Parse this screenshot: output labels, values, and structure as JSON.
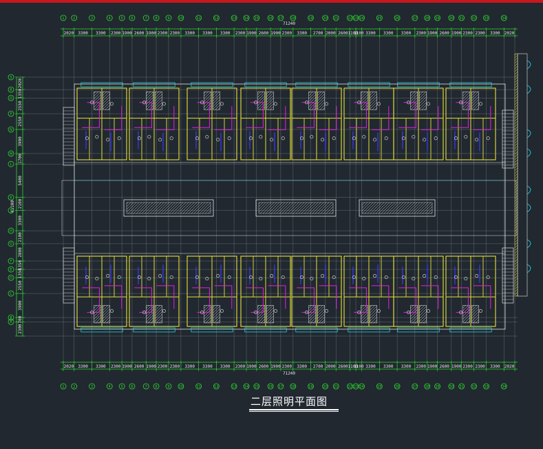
{
  "drawing": {
    "title": "二层照明平面图",
    "overall_dimension": "71240",
    "overall_dimension_vertical": "41100",
    "colors": {
      "background": "#212830",
      "axis_grid": "#9aa0a6",
      "dimension_green": "#2fdc2f",
      "wall_yellow": "#e8e23a",
      "cyan": "#19d6e8",
      "magenta": "#e61ee6",
      "blue": "#3a3aff",
      "white": "#e6e6e6",
      "top_bar": "#c8181e"
    }
  },
  "top_dimensions": [
    "2020",
    "3300",
    "3300",
    "2300",
    "1900",
    "2600",
    "1900",
    "2300",
    "2300",
    "3300",
    "3300",
    "3300",
    "2300",
    "1900",
    "2600",
    "1900",
    "2300",
    "3300",
    "2700",
    "2000",
    "2600",
    "1100",
    "1100",
    "3300",
    "3300",
    "3300",
    "2300",
    "1900",
    "2600",
    "1900",
    "2300",
    "2300",
    "3300",
    "2020"
  ],
  "bottom_dimensions": [
    "2020",
    "3300",
    "3300",
    "2300",
    "1900",
    "2600",
    "1900",
    "2300",
    "2300",
    "3300",
    "3300",
    "3300",
    "2300",
    "1900",
    "2600",
    "1900",
    "2300",
    "3300",
    "2700",
    "2000",
    "2600",
    "1100",
    "1100",
    "3300",
    "3300",
    "3300",
    "2300",
    "1900",
    "2600",
    "1900",
    "2300",
    "2300",
    "3300",
    "2020"
  ],
  "left_dimensions": [
    "2020",
    "1350",
    "2550",
    "2550",
    "3900",
    "1700",
    "5400",
    "2100",
    "3300",
    "2100",
    "2800",
    "1350",
    "1350",
    "2550",
    "3900",
    "700",
    "2300"
  ],
  "top_axis_labels": [
    "1",
    "2",
    "3",
    "4",
    "5",
    "6",
    "7",
    "8",
    "9",
    "10",
    "11",
    "12",
    "13",
    "14",
    "15",
    "16",
    "17",
    "18",
    "19",
    "20",
    "21",
    "22",
    "23",
    "24",
    "25",
    "26",
    "27",
    "28",
    "29",
    "30",
    "31",
    "32",
    "33",
    "34"
  ],
  "bottom_axis_labels": [
    "1",
    "2",
    "3",
    "4",
    "5",
    "6",
    "7",
    "8",
    "9",
    "10",
    "11",
    "12",
    "13",
    "14",
    "15",
    "16",
    "17",
    "18",
    "19",
    "20",
    "21",
    "22",
    "23",
    "24",
    "25",
    "26",
    "27",
    "28",
    "29",
    "30",
    "31",
    "32",
    "33",
    "34"
  ],
  "left_axis_labels": [
    "S",
    "R",
    "Q",
    "P",
    "N",
    "M",
    "L",
    "K",
    "J",
    "H",
    "G",
    "F",
    "E",
    "D",
    "C",
    "B",
    "A"
  ]
}
